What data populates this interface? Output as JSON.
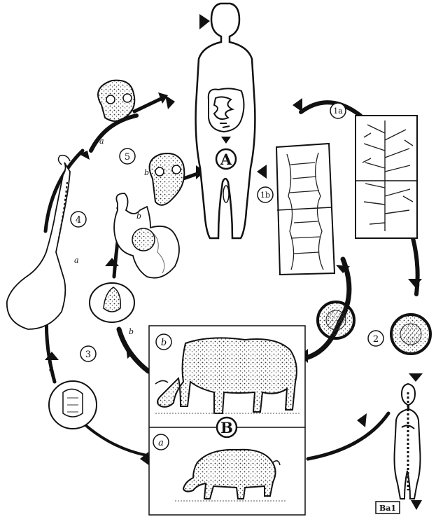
{
  "diagram": {
    "host_label": "A",
    "intermediate_host_label": "B",
    "cycle_labels": {
      "one_a": "1a",
      "one_b": "1b",
      "two": "2",
      "three": "3",
      "four": "4",
      "five": "5"
    },
    "sub_labels": {
      "a": "a",
      "b": "b"
    },
    "panel_labels": {
      "cattle": "b",
      "pig": "a"
    },
    "corner_tag": "Ba1"
  }
}
